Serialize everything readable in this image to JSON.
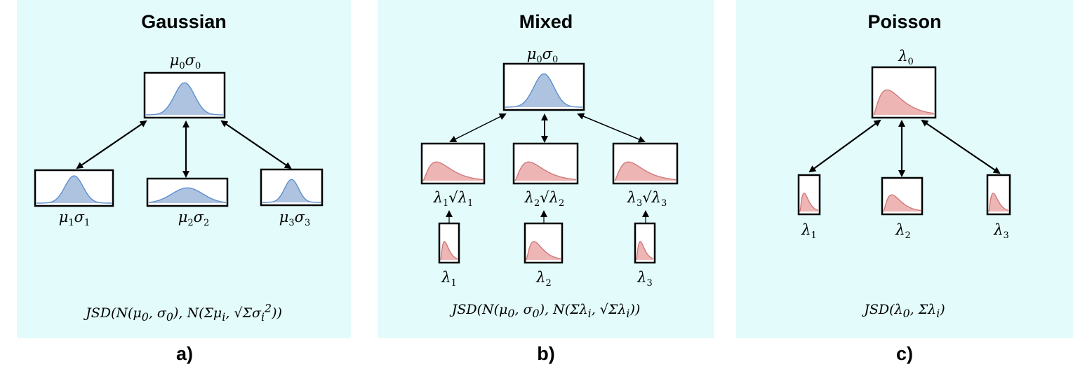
{
  "panels": [
    {
      "title": "Gaussian",
      "caption": "a)",
      "formula": "JSD(N(μ0,σ0),N(Σμi,√Σσi²))",
      "top_box": {
        "label": "μ0σ0",
        "distribution": "gaussian"
      },
      "child_boxes": [
        {
          "label": "μ1σ1",
          "distribution": "gaussian"
        },
        {
          "label": "μ2σ2",
          "distribution": "gaussian"
        },
        {
          "label": "μ3σ3",
          "distribution": "gaussian"
        }
      ]
    },
    {
      "title": "Mixed",
      "caption": "b)",
      "formula": "JSD(N(μ0,σ0),N(Σλi,√Σλi))",
      "top_box": {
        "label": "μ0σ0",
        "distribution": "gaussian"
      },
      "child_boxes": [
        {
          "label": "λ1√λ1",
          "distribution": "poisson"
        },
        {
          "label": "λ2√λ2",
          "distribution": "poisson"
        },
        {
          "label": "λ3√λ3",
          "distribution": "poisson"
        }
      ],
      "source_boxes": [
        {
          "label": "λ1",
          "distribution": "poisson"
        },
        {
          "label": "λ2",
          "distribution": "poisson"
        },
        {
          "label": "λ3",
          "distribution": "poisson"
        }
      ]
    },
    {
      "title": "Poisson",
      "caption": "c)",
      "formula": "JSD(λ0,Σλi)",
      "top_box": {
        "label": "λ0",
        "distribution": "poisson"
      },
      "child_boxes": [
        {
          "label": "λ1",
          "distribution": "poisson"
        },
        {
          "label": "λ2",
          "distribution": "poisson"
        },
        {
          "label": "λ3",
          "distribution": "poisson"
        }
      ]
    }
  ],
  "colors": {
    "gaussian_fill": "#aec3e0",
    "gaussian_line": "#5b8fd0",
    "poisson_fill": "#eeb5b5",
    "poisson_line": "#d07a7a",
    "panel_bg": "#e3fbfb"
  }
}
